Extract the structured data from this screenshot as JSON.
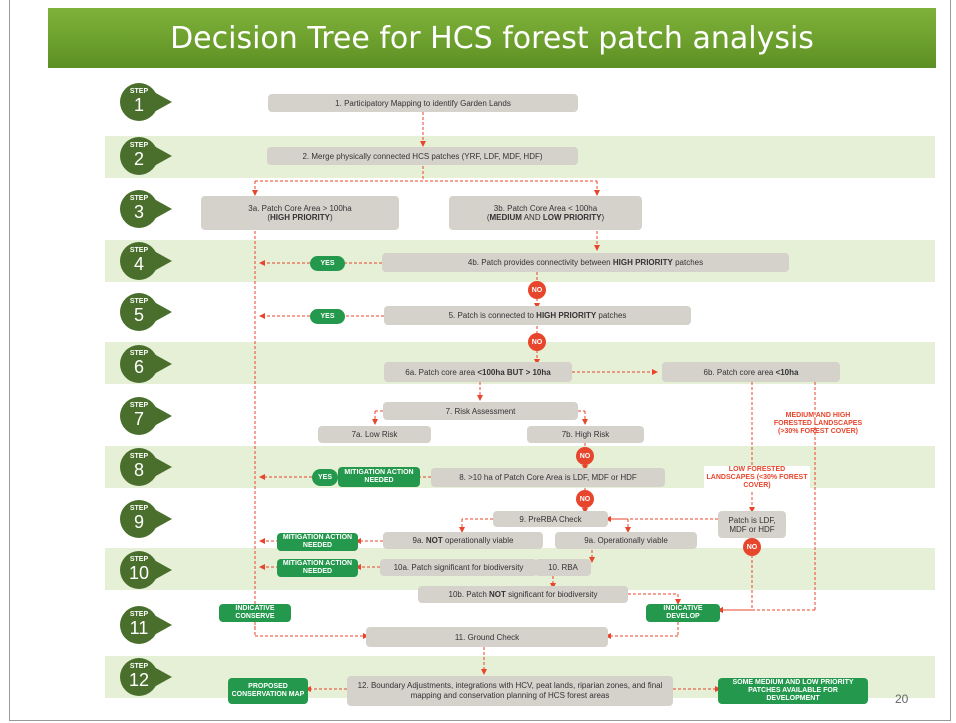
{
  "title": "Decision Tree for HCS forest patch analysis",
  "step_label": "STEP",
  "steps": [
    "1",
    "2",
    "3",
    "4",
    "5",
    "6",
    "7",
    "8",
    "9",
    "10",
    "11",
    "12"
  ],
  "boxes": {
    "b1": "1. Participatory Mapping to identify Garden Lands",
    "b2": "2. Merge physically connected HCS patches (YRF, LDF, MDF, HDF)",
    "b3a_line1": "3a. Patch Core Area > 100ha",
    "b3a_strong": "HIGH PRIORITY",
    "b3b_line1": "3b. Patch Core Area < 100ha",
    "b3b_strong1": "MEDIUM",
    "b3b_mid": " AND ",
    "b3b_strong2": "LOW PRIORITY",
    "b4_pre": "4b. Patch provides connectivity between ",
    "b4_strong": "HIGH PRIORITY",
    "b4_post": " patches",
    "b5_pre": "5. Patch is connected to ",
    "b5_strong": "HIGH PRIORITY",
    "b5_post": " patches",
    "b6a_pre": "6a. Patch core area ",
    "b6a_strong": "<100ha BUT > 10ha",
    "b6b_pre": "6b. Patch core area ",
    "b6b_strong": "<10ha",
    "b7": "7. Risk Assessment",
    "b7a": "7a. Low Risk",
    "b7b": "7b. High Risk",
    "b8": "8. >10 ha of Patch Core Area is LDF, MDF or HDF",
    "b9": "9. PreRBA Check",
    "b9a_not_pre": "9a. ",
    "b9a_not_strong": "NOT",
    "b9a_not_post": " operationally viable",
    "b9a_viable": "9a. Operationally viable",
    "b9_ldf": "Patch is LDF, MDF or HDF",
    "b10a": "10a. Patch significant for biodiversity",
    "b10": "10. RBA",
    "b10b_pre": "10b. Patch ",
    "b10b_strong": "NOT",
    "b10b_post": " significant for biodiversity",
    "b11": "11. Ground Check",
    "b12": "12. Boundary Adjustments, integrations with HCV, peat lands, riparian zones, and final mapping and conservation planning of HCS forest areas"
  },
  "green": {
    "yes": "YES",
    "mitigation": "MITIGATION ACTION NEEDED",
    "indicative_conserve": "INDICATIVE CONSERVE",
    "indicative_develop": "INDICATIVE DEVELOP",
    "proposed_map": "PROPOSED CONSERVATION MAP",
    "some_patches": "SOME MEDIUM AND LOW PRIORITY PATCHES AVAILABLE FOR DEVELOPMENT"
  },
  "no_label": "NO",
  "annotations": {
    "medium_high": "MEDIUM AND HIGH FORESTED LANDSCAPES (>30% FOREST COVER)",
    "low_forested": "LOW FORESTED LANDSCAPES (<30% FOREST COVER)"
  },
  "page_number": "20",
  "colors": {
    "title_green": "#6aa22e",
    "band": "#e6f0d6",
    "step": "#4a6f2c",
    "box": "#d5d2cc",
    "green": "#24984c",
    "red": "#e8452d"
  }
}
